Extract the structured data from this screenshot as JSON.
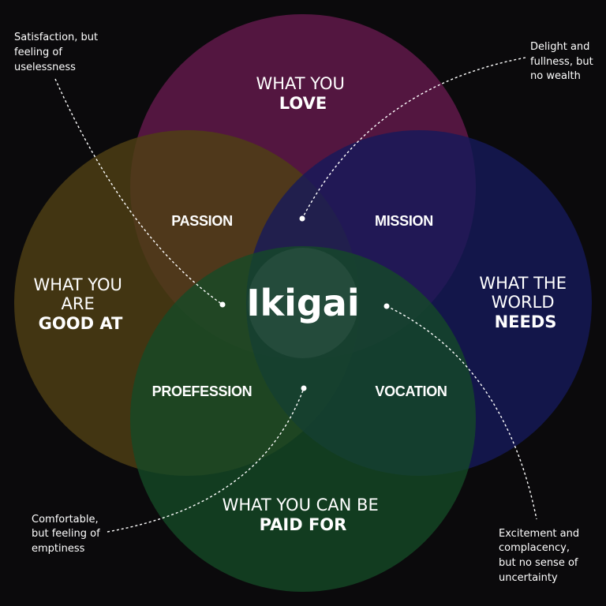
{
  "colors": {
    "background": "#0b0a0c",
    "love": "#5a1845",
    "good_at": "#4e4013",
    "world_needs": "#15195a",
    "paid_for": "#154a26"
  },
  "center": {
    "label": "Ikigai"
  },
  "circles": {
    "love": {
      "line1": "WHAT YOU",
      "bold1": "LOVE"
    },
    "good_at": {
      "line1": "WHAT YOU",
      "line2": "ARE",
      "bold1": "GOOD AT"
    },
    "world_needs": {
      "line1": "WHAT THE",
      "line2": "WORLD",
      "bold1": "NEEDS"
    },
    "paid_for": {
      "line1": "WHAT YOU CAN BE",
      "bold1": "PAID FOR"
    }
  },
  "overlaps": {
    "passion": "PASSION",
    "mission": "MISSION",
    "profession": "PROEFESSION",
    "vocation": "VOCATION"
  },
  "annotations": {
    "satisfaction": [
      "Satisfaction, but",
      "feeling of",
      "uselessness"
    ],
    "delight": [
      "Delight and",
      "fullness, but",
      "no wealth"
    ],
    "comfortable": [
      "Comfortable,",
      "but feeling of",
      "emptiness"
    ],
    "excitement": [
      "Excitement and",
      "complacency,",
      "but no sense of",
      "uncertainty"
    ]
  }
}
